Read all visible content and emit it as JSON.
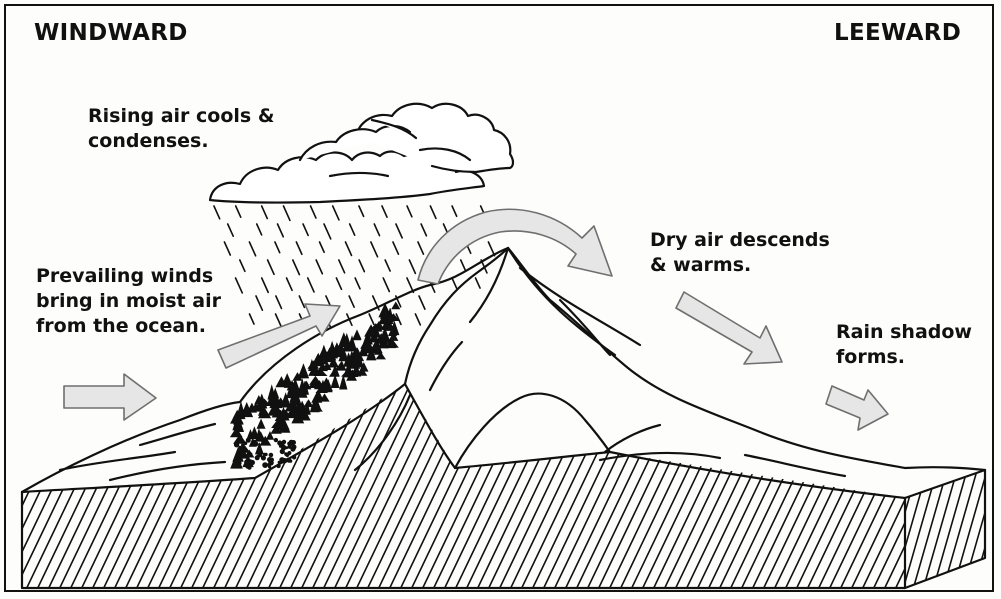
{
  "labels": {
    "windward": "WINDWARD",
    "leeward": "LEEWARD",
    "rising_air": "Rising air cools &\ncondenses.",
    "prevailing_winds": "Prevailing winds\nbring in moist air\nfrom the ocean.",
    "dry_air": "Dry air descends\n& warms.",
    "rain_shadow": "Rain shadow\nforms."
  },
  "icons": {
    "cloud": "cloud-icon",
    "rain": "rain-icon",
    "wind_arrow": "wind-arrow-icon",
    "forest": "forest-icon",
    "mountain": "mountain-icon"
  },
  "colors": {
    "ink": "#111111",
    "arrow_fill": "#e6e6e6",
    "arrow_stroke": "#6f6f6f",
    "paper": "#fdfdfb"
  }
}
